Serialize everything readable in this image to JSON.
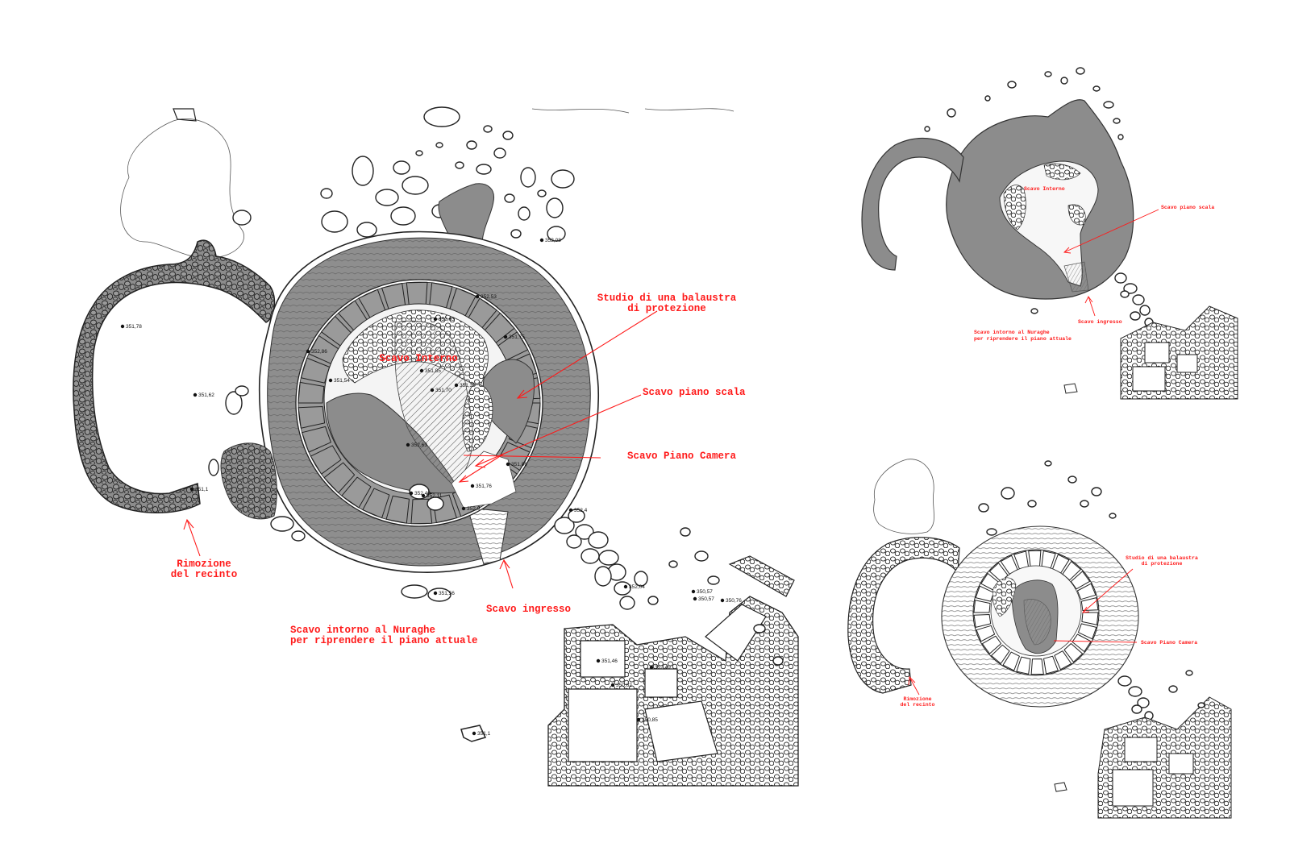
{
  "main_plan": {
    "labels": {
      "studio_balaustra": [
        "Studio di una balaustra",
        "di protezione"
      ],
      "scavo_interno": "Scavo Interno",
      "scavo_piano_scala": "Scavo piano scala",
      "scavo_piano_camera": "Scavo Piano Camera",
      "rimozione_recinto": [
        "Rimozione",
        "del recinto"
      ],
      "scavo_ingresso": "Scavo ingresso",
      "scavo_intorno": [
        "Scavo intorno al Nuraghe",
        "per riprendere il piano attuale"
      ]
    },
    "elevations": [
      "352,08",
      "352,53",
      "351,75",
      "352,63",
      "352,86",
      "351,85",
      "351,39",
      "351,70",
      "351,54",
      "352,63",
      "351,86",
      "351,76",
      "352,40",
      "352,11",
      "352,9",
      "351,78",
      "351,62",
      "351,1",
      "351,56",
      "352,4",
      "352,04",
      "350,57",
      "350,57",
      "350,76",
      "351,46",
      "352,49",
      "350,62",
      "350,85",
      "351,1"
    ]
  },
  "top_right_plan": {
    "labels": {
      "scavo_interno": "Scavo Interno",
      "scavo_piano_scala": "Scavo piano scala",
      "scavo_ingresso": "Scavo ingresso",
      "scavo_intorno": [
        "Scavo intorno al Nuraghe",
        "per riprendere il piano attuale"
      ]
    }
  },
  "bottom_right_plan": {
    "labels": {
      "studio_balaustra": [
        "Studio di una balaustra",
        "di protezione"
      ],
      "scavo_piano_camera": "Scavo Piano Camera",
      "rimozione_recinto": [
        "Rimozione",
        "del recinto"
      ]
    }
  },
  "colors": {
    "annotation": "#ff1a1a",
    "fill_gray": "#8c8c8c",
    "line": "#222222"
  }
}
